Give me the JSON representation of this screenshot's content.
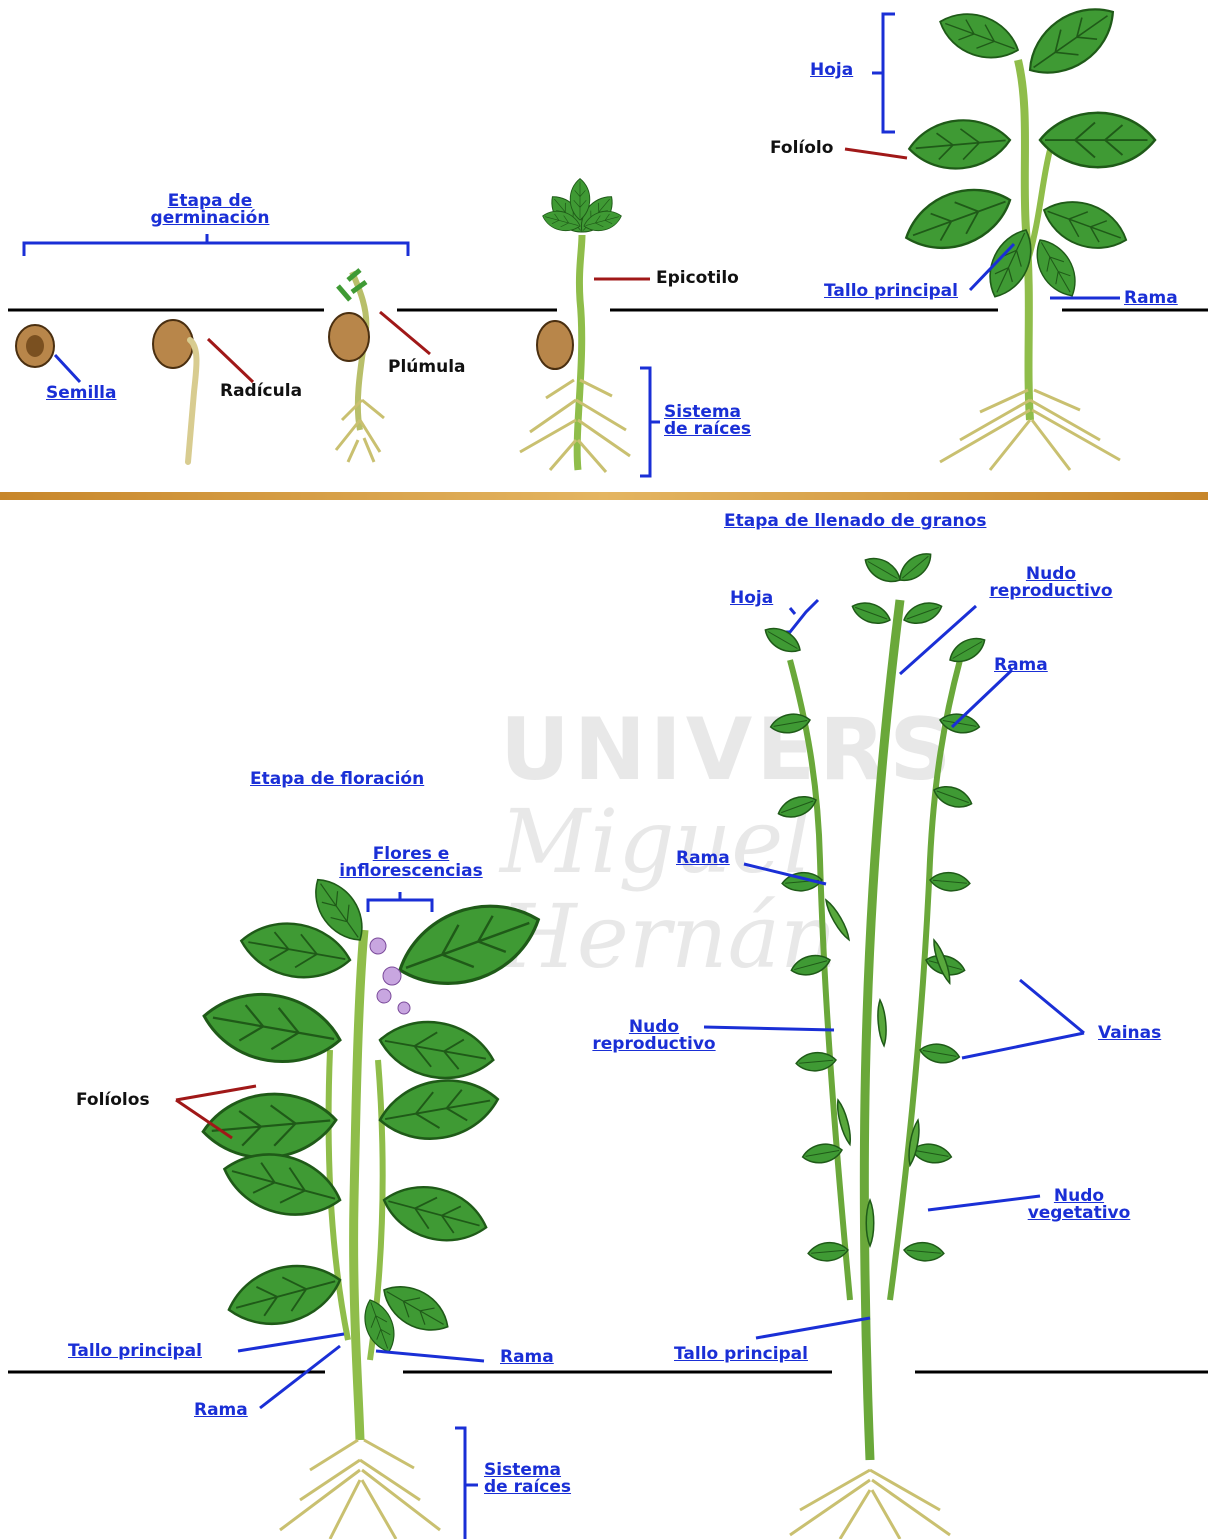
{
  "colors": {
    "link": "#1a2fd6",
    "bracket": "#1a2fd6",
    "pointer_red": "#a01818",
    "divider": "#d79a3a",
    "leaf": "#3f9a34",
    "leaf_dark": "#1f5a18",
    "stem": "#8fbd4a",
    "root": "#c9c070",
    "seed": "#b8864a"
  },
  "watermark": {
    "line1": "UNIVERS",
    "line2": "Miguel",
    "line3": "Hernán"
  },
  "top": {
    "germination_title": {
      "line1": "Etapa de",
      "line2": "germinación"
    },
    "seed": "Semilla",
    "radicle": "Radícula",
    "plumule": "Plúmula",
    "epicotyl": "Epicotilo",
    "root_system": {
      "line1": "Sistema",
      "line2": "de raíces"
    },
    "leaf": "Hoja",
    "leaflet": "Folíolo",
    "main_stem": "Tallo principal",
    "branch": "Rama"
  },
  "bottom": {
    "flowering_title": "Etapa de floración",
    "flowers": {
      "line1": "Flores e",
      "line2": "inflorescencias"
    },
    "leaflets": "Folíolos",
    "main_stem": "Tallo principal",
    "branch_right": "Rama",
    "branch_left": "Rama",
    "root_system": {
      "line1": "Sistema",
      "line2": "de raíces"
    },
    "grain_fill_title": "Etapa de llenado de granos",
    "leaf": "Hoja",
    "repro_node_top": {
      "line1": "Nudo",
      "line2": "reproductivo"
    },
    "branch_top": "Rama",
    "branch_mid": "Rama",
    "repro_node_mid": {
      "line1": "Nudo",
      "line2": "reproductivo"
    },
    "pods": "Vainas",
    "veg_node": {
      "line1": "Nudo",
      "line2": "vegetativo"
    },
    "main_stem2": "Tallo principal"
  }
}
